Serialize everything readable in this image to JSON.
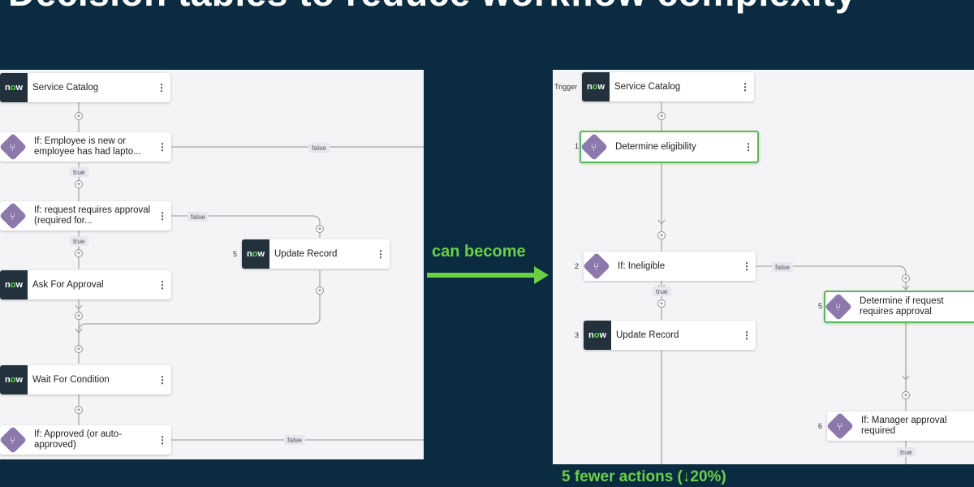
{
  "slide": {
    "title": "Decision tables to reduce workflow complexity",
    "middle_label": "can become",
    "footer": "5 fewer actions (↓20%)"
  },
  "colors": {
    "background": "#0b2c40",
    "accent_green": "#6bcf46",
    "decision_purple": "#8c78aa",
    "now_logo_bg": "#22313b"
  },
  "now_logo": {
    "prefix": "n",
    "dot": "o",
    "suffix": "w"
  },
  "left": {
    "nodes": [
      {
        "label": "Service Catalog"
      },
      {
        "label": "If: Employee is new or employee has had lapto..."
      },
      {
        "label": "If: request requires approval (required for..."
      },
      {
        "number": "5",
        "label": "Update Record"
      },
      {
        "label": "Ask For Approval"
      },
      {
        "label": "Wait For Condition"
      },
      {
        "label": "If: Approved (or auto-approved)"
      }
    ],
    "tags": [
      "false",
      "true",
      "false",
      "true",
      "false"
    ]
  },
  "right": {
    "trigger_label": "Trigger",
    "nodes": [
      {
        "label": "Service Catalog"
      },
      {
        "number": "1",
        "label": "Determine eligibility"
      },
      {
        "number": "2",
        "label": "If: Ineligible"
      },
      {
        "number": "3",
        "label": "Update Record"
      },
      {
        "number": "5",
        "label": "Determine if request requires approval"
      },
      {
        "number": "6",
        "label": "If: Manager approval required"
      }
    ],
    "tags": [
      "false",
      "true",
      "true"
    ]
  },
  "icons": {
    "kebab": "⋮",
    "plus": "+",
    "decision": "branch-icon"
  }
}
